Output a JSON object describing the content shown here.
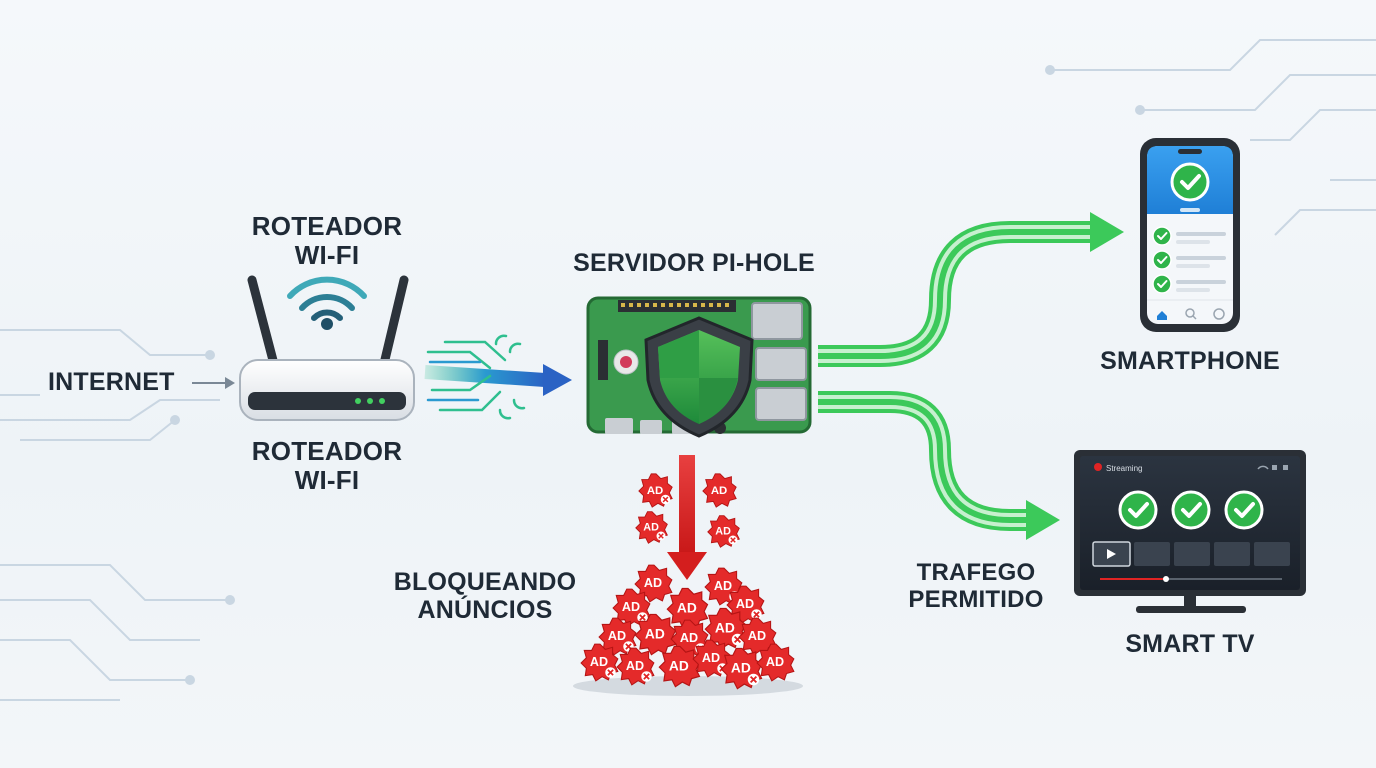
{
  "labels": {
    "internet": "INTERNET",
    "router_top_1": "ROTEADOR",
    "router_top_2": "WI-FI",
    "router_bottom_1": "ROTEADOR",
    "router_bottom_2": "WI-FI",
    "server": "SERVIDOR PI-HOLE",
    "blocking_1": "BLOQUEANDO",
    "blocking_2": "ANÚNCIOS",
    "traffic_1": "TRAFEGO",
    "traffic_2": "PERMITIDO",
    "smartphone": "SMARTPHONE",
    "smart_tv": "SMART TV"
  },
  "ad_badge_text": "AD",
  "tv_screen_title": "Streaming",
  "colors": {
    "text": "#1f2a36",
    "allowed_green": "#3cc95a",
    "blocked_red": "#e02424",
    "board_green": "#3a9a4e",
    "flow_blue": "#2a78c4",
    "circuit_lines": "#c9d6e2"
  }
}
